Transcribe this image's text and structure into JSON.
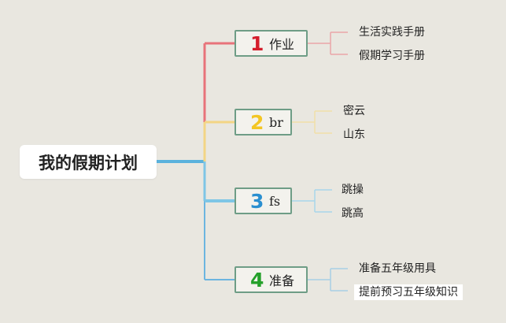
{
  "root": {
    "label": "我的假期计划"
  },
  "branches": [
    {
      "number": "1",
      "label": "作业",
      "color": "#e8737a",
      "number_color": "#d41e2c",
      "children": [
        "生活实践手册",
        "假期学习手册"
      ]
    },
    {
      "number": "2",
      "label": "br",
      "color": "#f3d584",
      "number_color": "#f3c623",
      "children": [
        "密云",
        "山东"
      ]
    },
    {
      "number": "3",
      "label": "fs",
      "color": "#7ec6e6",
      "number_color": "#2a8fd0",
      "children": [
        "跳操",
        "跳高"
      ]
    },
    {
      "number": "4",
      "label": "准备",
      "color": "#6cb5e0",
      "number_color": "#24a02a",
      "children": [
        "准备五年级用具",
        "提前预习五年级知识"
      ]
    }
  ],
  "colors": {
    "background": "#e9e7e0",
    "root_connector": "#5bb2dd",
    "box_border": "#6e9d86"
  }
}
